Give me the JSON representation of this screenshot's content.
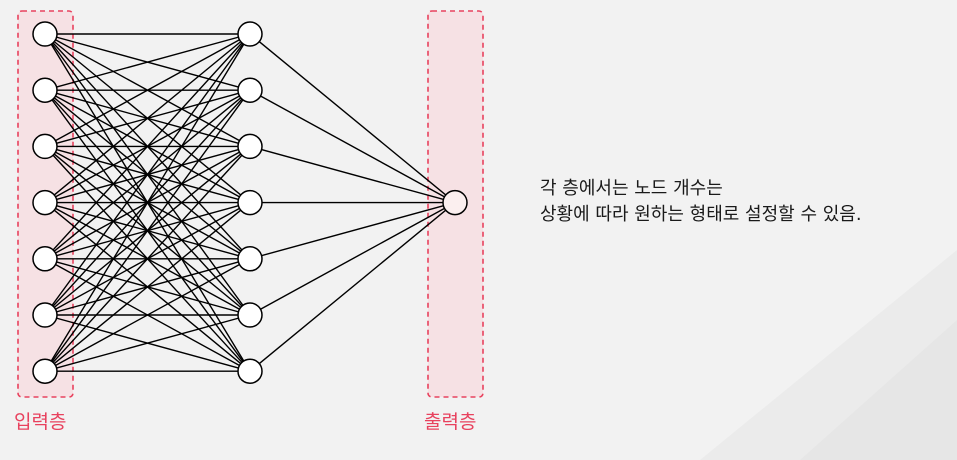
{
  "layers": {
    "input_label": "입력층",
    "output_label": "출력층"
  },
  "network": {
    "input_nodes": 7,
    "hidden_nodes": 7,
    "output_nodes": 1
  },
  "description": {
    "line1": "각 층에서는 노드 개수는",
    "line2": "상황에 따라 원하는 형태로 설정할 수 있음."
  },
  "colors": {
    "background": "#f2f2f2",
    "accent": "#e8425e",
    "highlight_fill": "#f6e1e4",
    "node_fill": "#ffffff",
    "line": "#000000",
    "node_output_fill": "#fbefef",
    "decor": "#e9e9e9"
  }
}
